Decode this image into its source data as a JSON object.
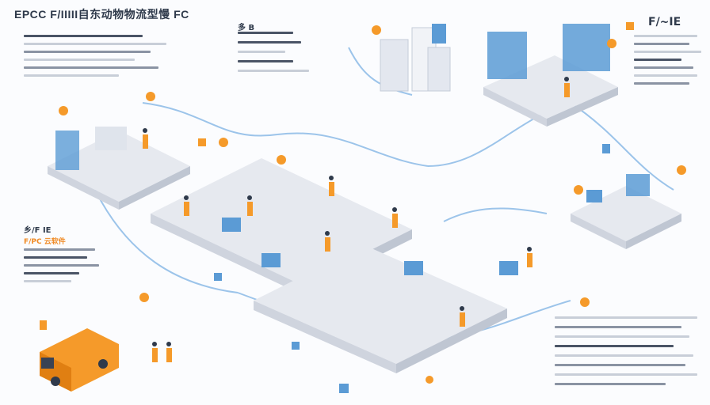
{
  "header": {
    "title": "EPCC F/IIIII自东动物物流型慢 FC",
    "accent": "多 B"
  },
  "right_header": {
    "title": "F/~IE"
  },
  "left_panel": {
    "label": "乡/F IE",
    "sub_label": "F/PC 云软件"
  },
  "colors": {
    "accent_orange": "#f59a2a",
    "accent_blue": "#5b9bd5",
    "platform": "#e7eaf0",
    "panel_dark": "#2f3a4b"
  },
  "icons": [
    "gear-icon",
    "cloud-icon",
    "box-icon",
    "van-icon",
    "cube-icon"
  ]
}
